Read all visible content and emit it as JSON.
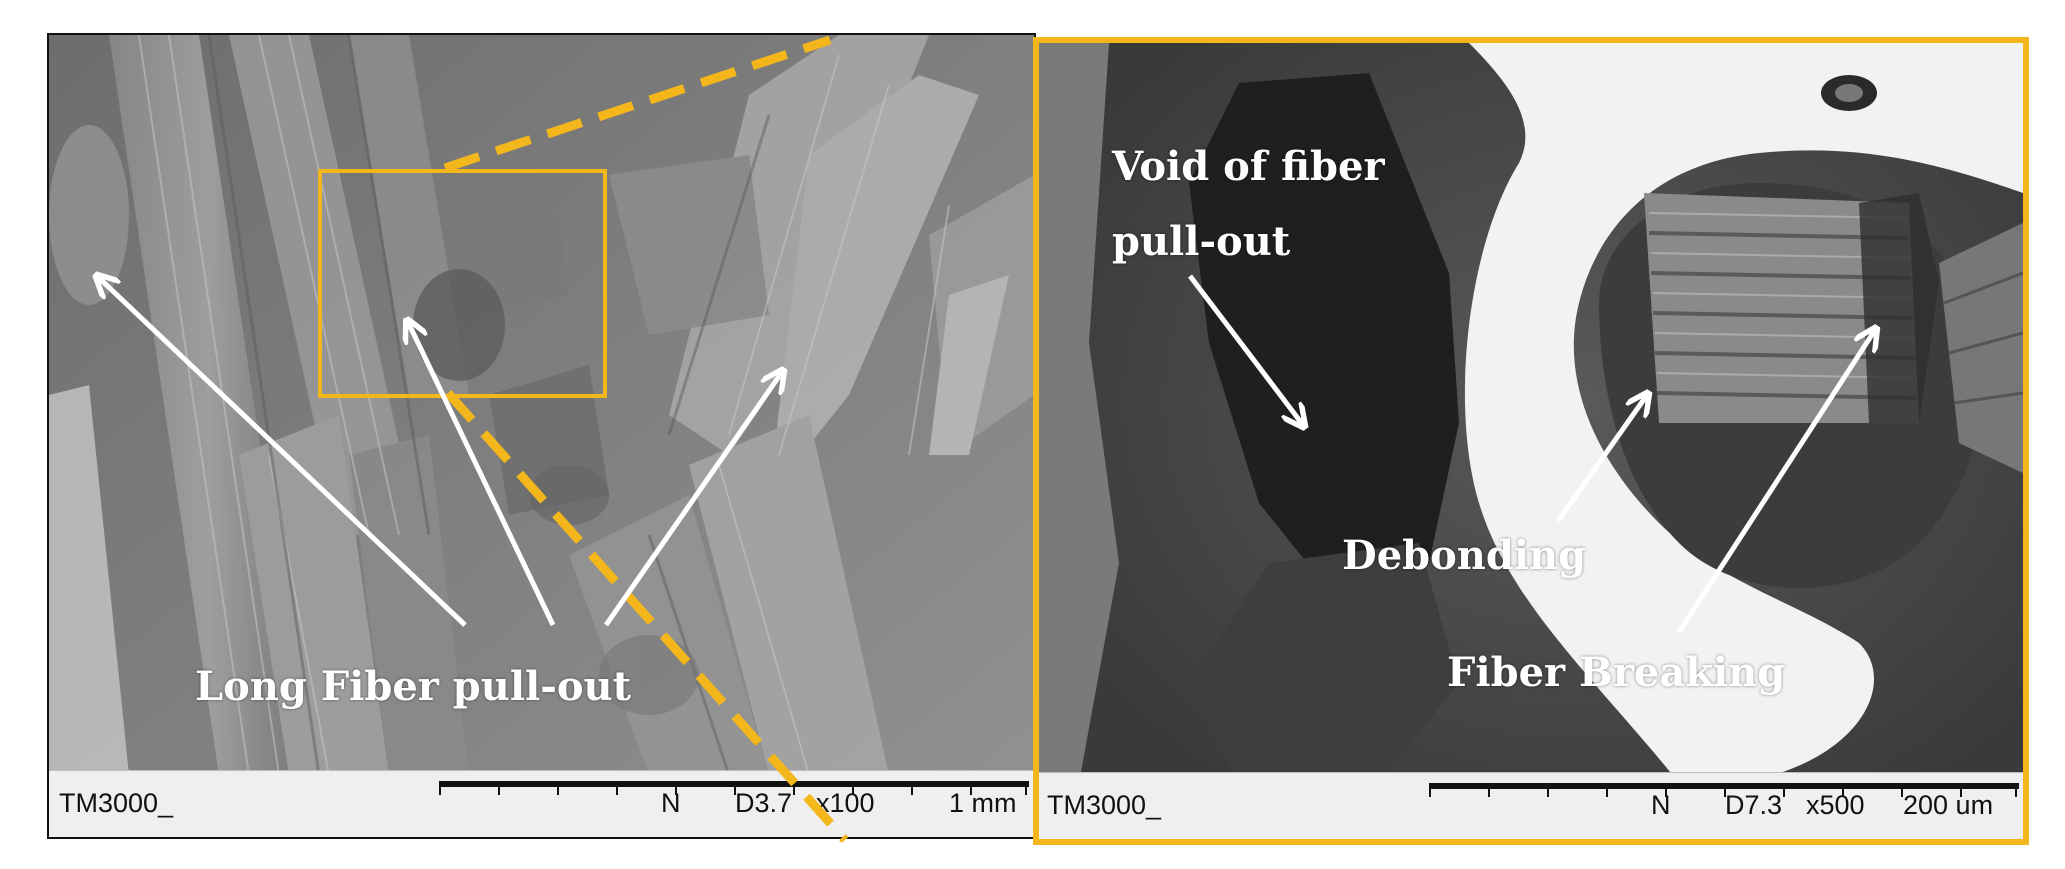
{
  "left_image": {
    "labels": {
      "fiber_pullout": "Long Fiber pull-out"
    },
    "infobar": {
      "instrument": "TM3000_",
      "mode": "N",
      "distance": "D3.7",
      "magnification": "x100",
      "scale": "1 mm"
    }
  },
  "right_image": {
    "labels": {
      "void_line1": "Void of fiber",
      "void_line2": "pull-out",
      "debonding": "Debonding",
      "breaking": "Fiber Breaking"
    },
    "infobar": {
      "instrument": "TM3000_",
      "mode": "N",
      "distance": "D7.3",
      "magnification": "x500",
      "scale": "200 um"
    }
  },
  "colors": {
    "highlight": "#f4b71b",
    "annotation": "#ffffff"
  }
}
